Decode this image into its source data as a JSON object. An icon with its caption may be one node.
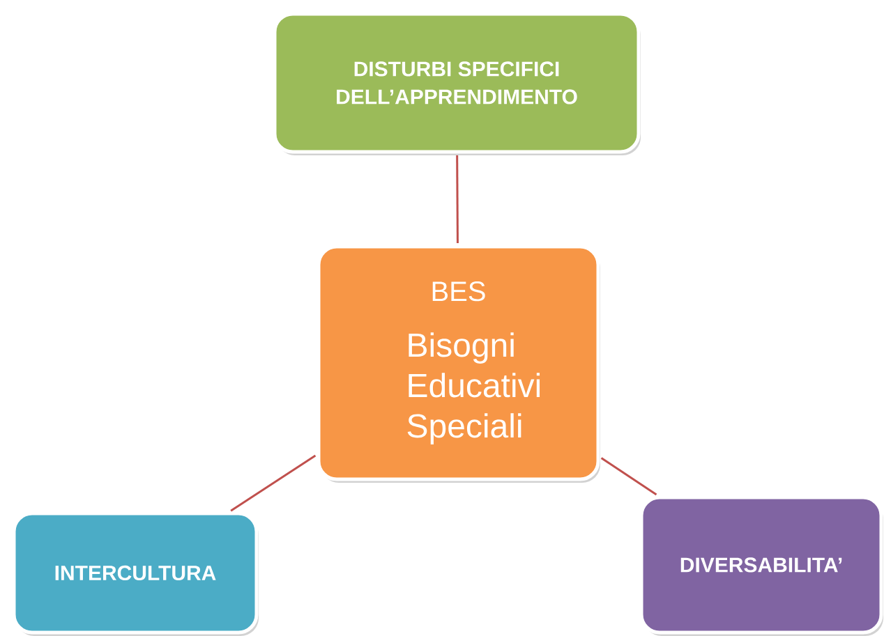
{
  "diagram": {
    "nodes": [
      {
        "text": [
          "DISTURBI SPECIFICI DELL’APPRENDIMENTO"
        ]
      },
      {
        "text": [
          "BES",
          "Bisogni Educativi Speciali"
        ]
      },
      {
        "text": [
          "INTERCULTURA"
        ]
      },
      {
        "text": [
          "DIVERSABILITA’"
        ]
      }
    ],
    "edges": [
      {
        "from": 0,
        "to": 1,
        "arrow": "none"
      },
      {
        "from": 1,
        "to": 2,
        "arrow": "none"
      },
      {
        "from": 1,
        "to": 3,
        "arrow": "none"
      }
    ]
  }
}
